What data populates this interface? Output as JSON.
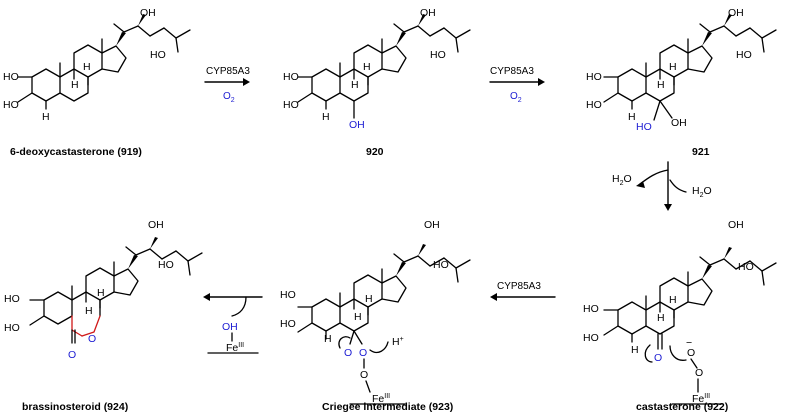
{
  "compounds": {
    "c919": {
      "label": "6-deoxycastasterone (919)"
    },
    "c920": {
      "label": "920"
    },
    "c921": {
      "label": "921"
    },
    "c922": {
      "label": "castasterone (922)"
    },
    "c923": {
      "label": "Criegee intermediate (923)"
    },
    "c924": {
      "label": "brassinosteroid (924)"
    }
  },
  "atoms": {
    "OH": "OH",
    "HO": "HO",
    "H": "H",
    "O": "O",
    "Hplus": "H",
    "plus": "+",
    "Fe": "Fe",
    "FeOx": "III",
    "minus": "−"
  },
  "reagents": {
    "enzyme": "CYP85A3",
    "oxygen": "O",
    "oxygen_sub": "2",
    "water": "H",
    "water_sub": "2",
    "water_O": "O"
  },
  "colors": {
    "oxygen_blue": "#1b1bd2",
    "lactone_red": "#d01818"
  }
}
